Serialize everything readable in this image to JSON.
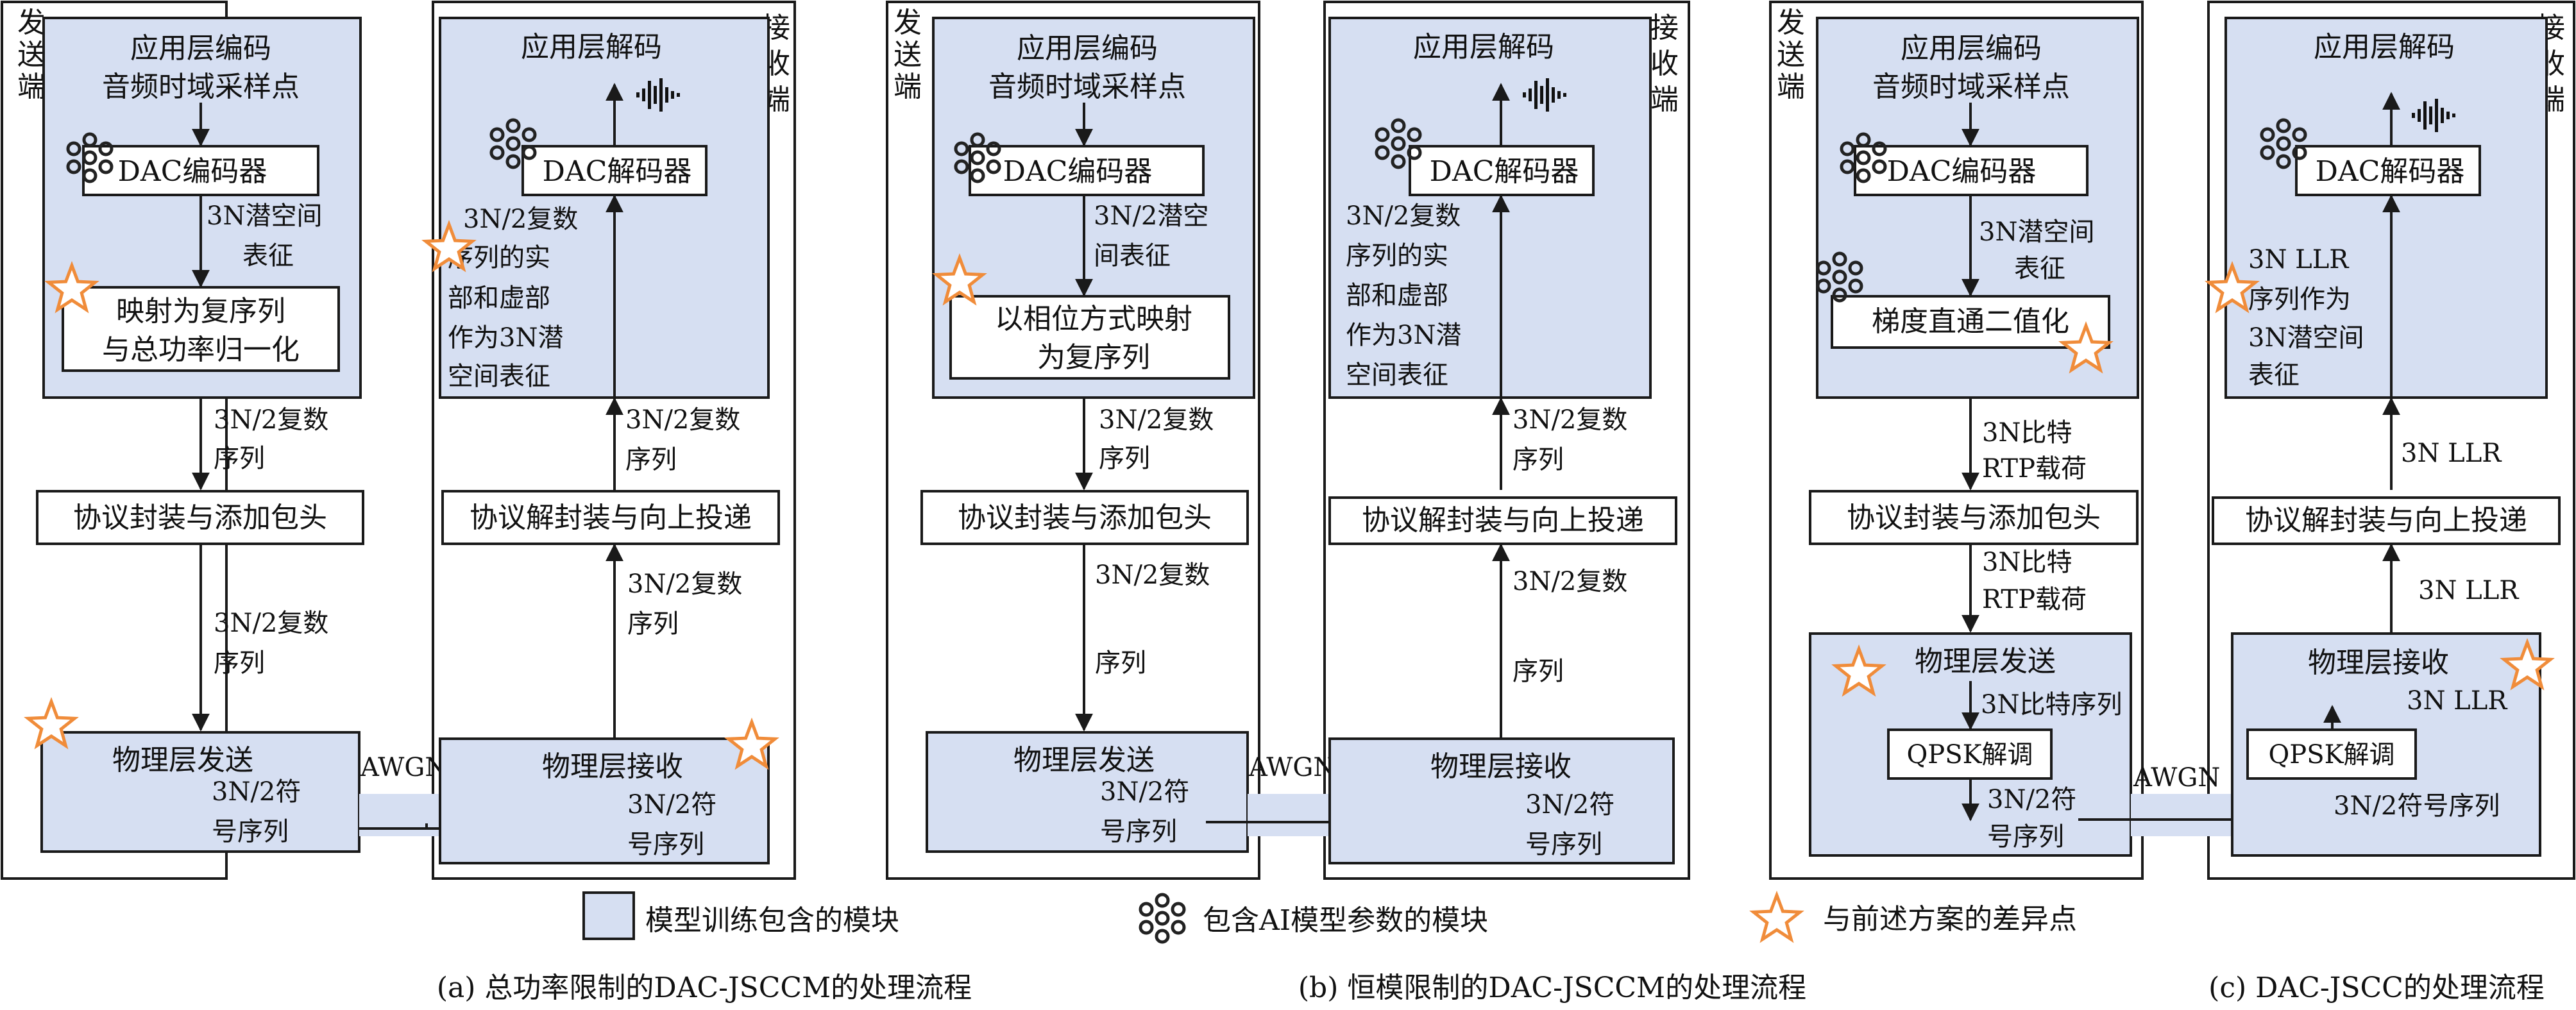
{
  "colors": {
    "shade": "#d6dff2",
    "stroke": "#1a1a1a",
    "star": "#f08c3a",
    "ai": "#222222"
  },
  "panel_a": {
    "tx_label": [
      "发",
      "送",
      "端"
    ],
    "rx_label": [
      "接",
      "收",
      "端"
    ],
    "tx_app_title": "应用层编码",
    "tx_sample_text": "音频时域采样点",
    "dac_encoder": "DAC编码器",
    "latent_lines": [
      "3N潜空间",
      "表征"
    ],
    "map_lines": [
      "映射为复序列",
      "与总功率归一化"
    ],
    "complex_seq_lines": [
      "3N/2复数",
      "序列"
    ],
    "protocol_tx": "协议封装与添加包头",
    "complex_seq2_lines": [
      "3N/2复数",
      "序列"
    ],
    "phy_tx": "物理层发送",
    "tx_symbol_lines": [
      "3N/2符",
      "号序列"
    ],
    "awgn": "AWGN",
    "rx_app_title": "应用层解码",
    "dac_decoder": "DAC解码器",
    "rx_latent_lines": [
      "3N/2复数",
      "序列的实",
      "部和虚部",
      "作为3N潜",
      "空间表征"
    ],
    "rx_complex_lines": [
      "3N/2复数",
      "序列"
    ],
    "protocol_rx": "协议解封装与向上投递",
    "rx_complex2_lines": [
      "3N/2复数",
      "序列"
    ],
    "phy_rx": "物理层接收",
    "rx_symbol_lines": [
      "3N/2符",
      "号序列"
    ],
    "caption": "(a) 总功率限制的DAC-JSCCM的处理流程"
  },
  "panel_b": {
    "tx_label": [
      "发",
      "送",
      "端"
    ],
    "rx_label": [
      "接",
      "收",
      "端"
    ],
    "tx_app_title": "应用层编码",
    "tx_sample_text": "音频时域采样点",
    "dac_encoder": "DAC编码器",
    "latent_lines": [
      "3N/2潜空",
      "间表征"
    ],
    "map_lines": [
      "以相位方式映射",
      "为复序列"
    ],
    "complex_seq_lines": [
      "3N/2复数",
      "序列"
    ],
    "protocol_tx": "协议封装与添加包头",
    "complex_seq2_lines": [
      "3N/2复数",
      "序列"
    ],
    "phy_tx": "物理层发送",
    "tx_symbol_lines": [
      "3N/2符",
      "号序列"
    ],
    "awgn": "AWGN",
    "rx_app_title": "应用层解码",
    "dac_decoder": "DAC解码器",
    "rx_latent_lines": [
      "3N/2复数",
      "序列的实",
      "部和虚部",
      "作为3N潜",
      "空间表征"
    ],
    "rx_complex_lines": [
      "3N/2复数",
      "序列"
    ],
    "protocol_rx": "协议解封装与向上投递",
    "rx_complex2_lines": [
      "3N/2复数",
      "序列"
    ],
    "phy_rx": "物理层接收",
    "rx_symbol_lines": [
      "3N/2符",
      "号序列"
    ],
    "caption": "(b) 恒模限制的DAC-JSCCM的处理流程"
  },
  "panel_c": {
    "tx_label": [
      "发",
      "送",
      "端"
    ],
    "rx_label": [
      "接",
      "收",
      "端"
    ],
    "tx_app_title": "应用层编码",
    "tx_sample_text": "音频时域采样点",
    "dac_encoder": "DAC编码器",
    "latent_lines": [
      "3N潜空间",
      "表征"
    ],
    "binarize": "梯度直通二值化",
    "bits_lines": [
      "3N比特",
      "RTP载荷"
    ],
    "protocol_tx": "协议封装与添加包头",
    "bits2_lines": [
      "3N比特",
      "RTP载荷"
    ],
    "phy_tx": "物理层发送",
    "bit_seq": "3N比特序列",
    "qpsk_tx": "QPSK解调",
    "tx_symbol_lines": [
      "3N/2符",
      "号序列"
    ],
    "awgn": "AWGN",
    "rx_app_title": "应用层解码",
    "dac_decoder": "DAC解码器",
    "rx_latent_lines": [
      "3N LLR",
      "序列作为",
      "3N潜空间",
      "表征"
    ],
    "llr_1": "3N LLR",
    "protocol_rx": "协议解封装与向上投递",
    "llr_2": "3N LLR",
    "phy_rx": "物理层接收",
    "llr_3": "3N LLR",
    "qpsk_rx": "QPSK解调",
    "rx_symbol": "3N/2符号序列",
    "caption": "(c) DAC-JSCC的处理流程"
  },
  "legend": {
    "trained": "模型训练包含的模块",
    "ai_params": "包含AI模型参数的模块",
    "difference": "与前述方案的差异点"
  }
}
